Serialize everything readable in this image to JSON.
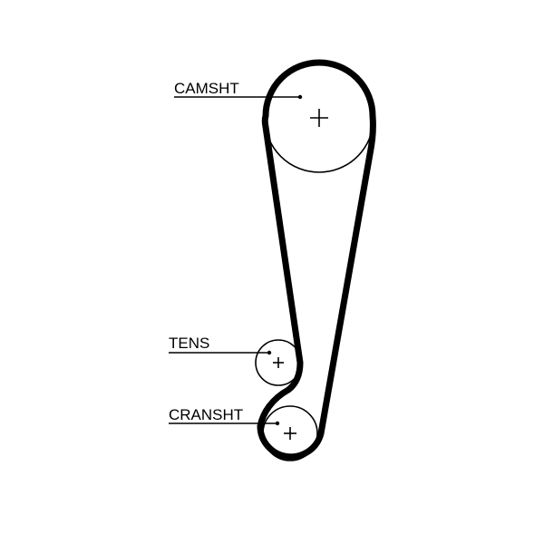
{
  "diagram": {
    "labels": {
      "camshaft": "CAMSHT",
      "tensioner": "TENS",
      "crankshaft": "CRANSHT"
    },
    "pulleys": [
      "camshaft-pulley",
      "tensioner-pulley",
      "crankshaft-pulley"
    ],
    "colors": {
      "belt": "#000000",
      "pulley": "#000000",
      "background": "#ffffff"
    }
  }
}
